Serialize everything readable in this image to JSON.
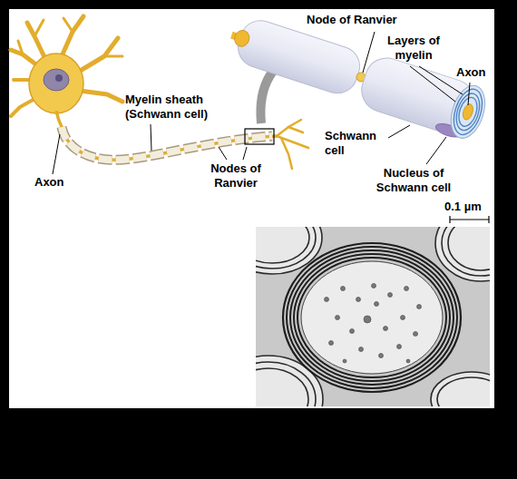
{
  "diagram": {
    "labels": [
      "Node of Ranvier",
      "Layers of myelin",
      "Axon",
      "Myelin sheath (Schwann cell)",
      "Schwann cell",
      "Axon",
      "Nodes of Ranvier",
      "Nucleus of Schwann cell",
      "0.1 µm"
    ]
  }
}
